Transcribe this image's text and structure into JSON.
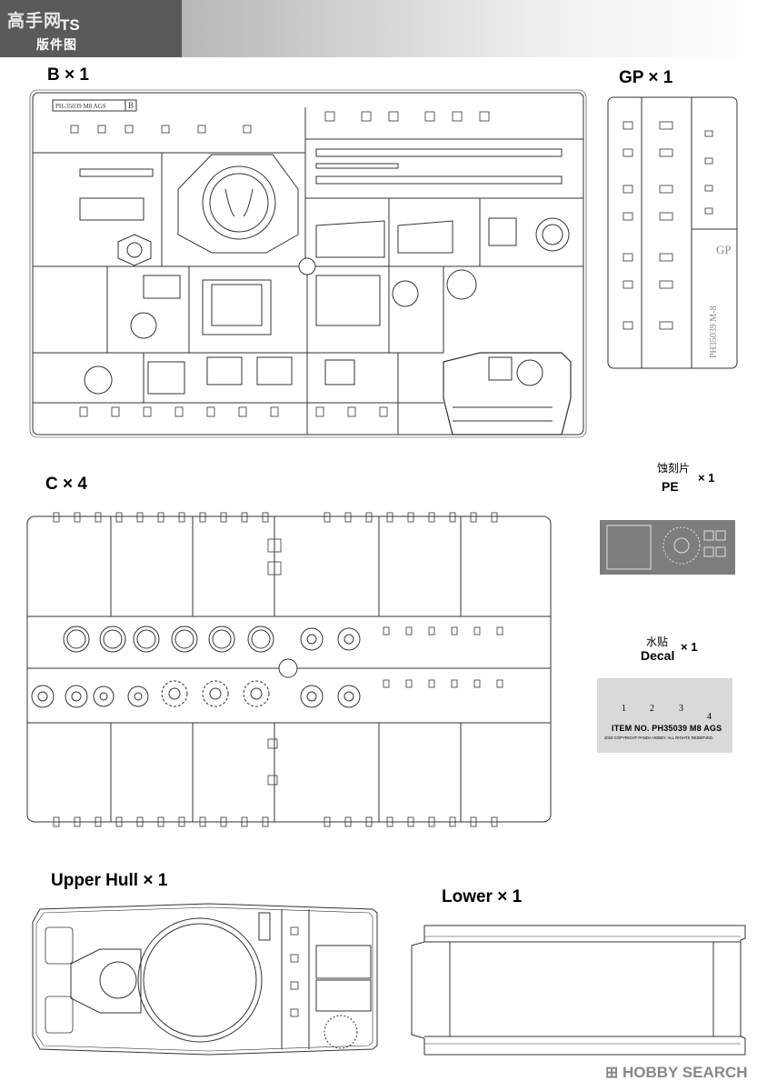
{
  "header": {
    "logo_text": "高手网",
    "title_en": "TS",
    "title_cn": "版件图"
  },
  "sprues": {
    "b": {
      "label": "B × 1",
      "tag": "PH-35039 M8 AGS",
      "tag_letter": "B"
    },
    "gp": {
      "label": "GP × 1",
      "side_text": "PH35039 M-8",
      "tag_letter": "GP"
    },
    "c": {
      "label": "C × 4"
    },
    "upper_hull": {
      "label": "Upper Hull × 1"
    },
    "lower": {
      "label": "Lower × 1"
    }
  },
  "pe": {
    "label_cn": "蚀刻片",
    "label_en": "PE",
    "qty": "× 1"
  },
  "decal": {
    "label_cn": "水贴",
    "label_en": "Decal",
    "qty": "× 1",
    "numbers": [
      "1",
      "2",
      "3",
      "4"
    ],
    "item_line": "ITEM NO. PH35039   M8 AGS",
    "copyright": "2018 COPYRIGHT PANDA HOBBY, ALL RIGHTS RESERVED."
  },
  "watermark": {
    "text": "HOBBY SEARCH"
  },
  "colors": {
    "line": "#333333",
    "header_dark": "#5a5a5a",
    "decal_bg": "#d9d9d9",
    "pe_bg": "#7d7d7d"
  }
}
